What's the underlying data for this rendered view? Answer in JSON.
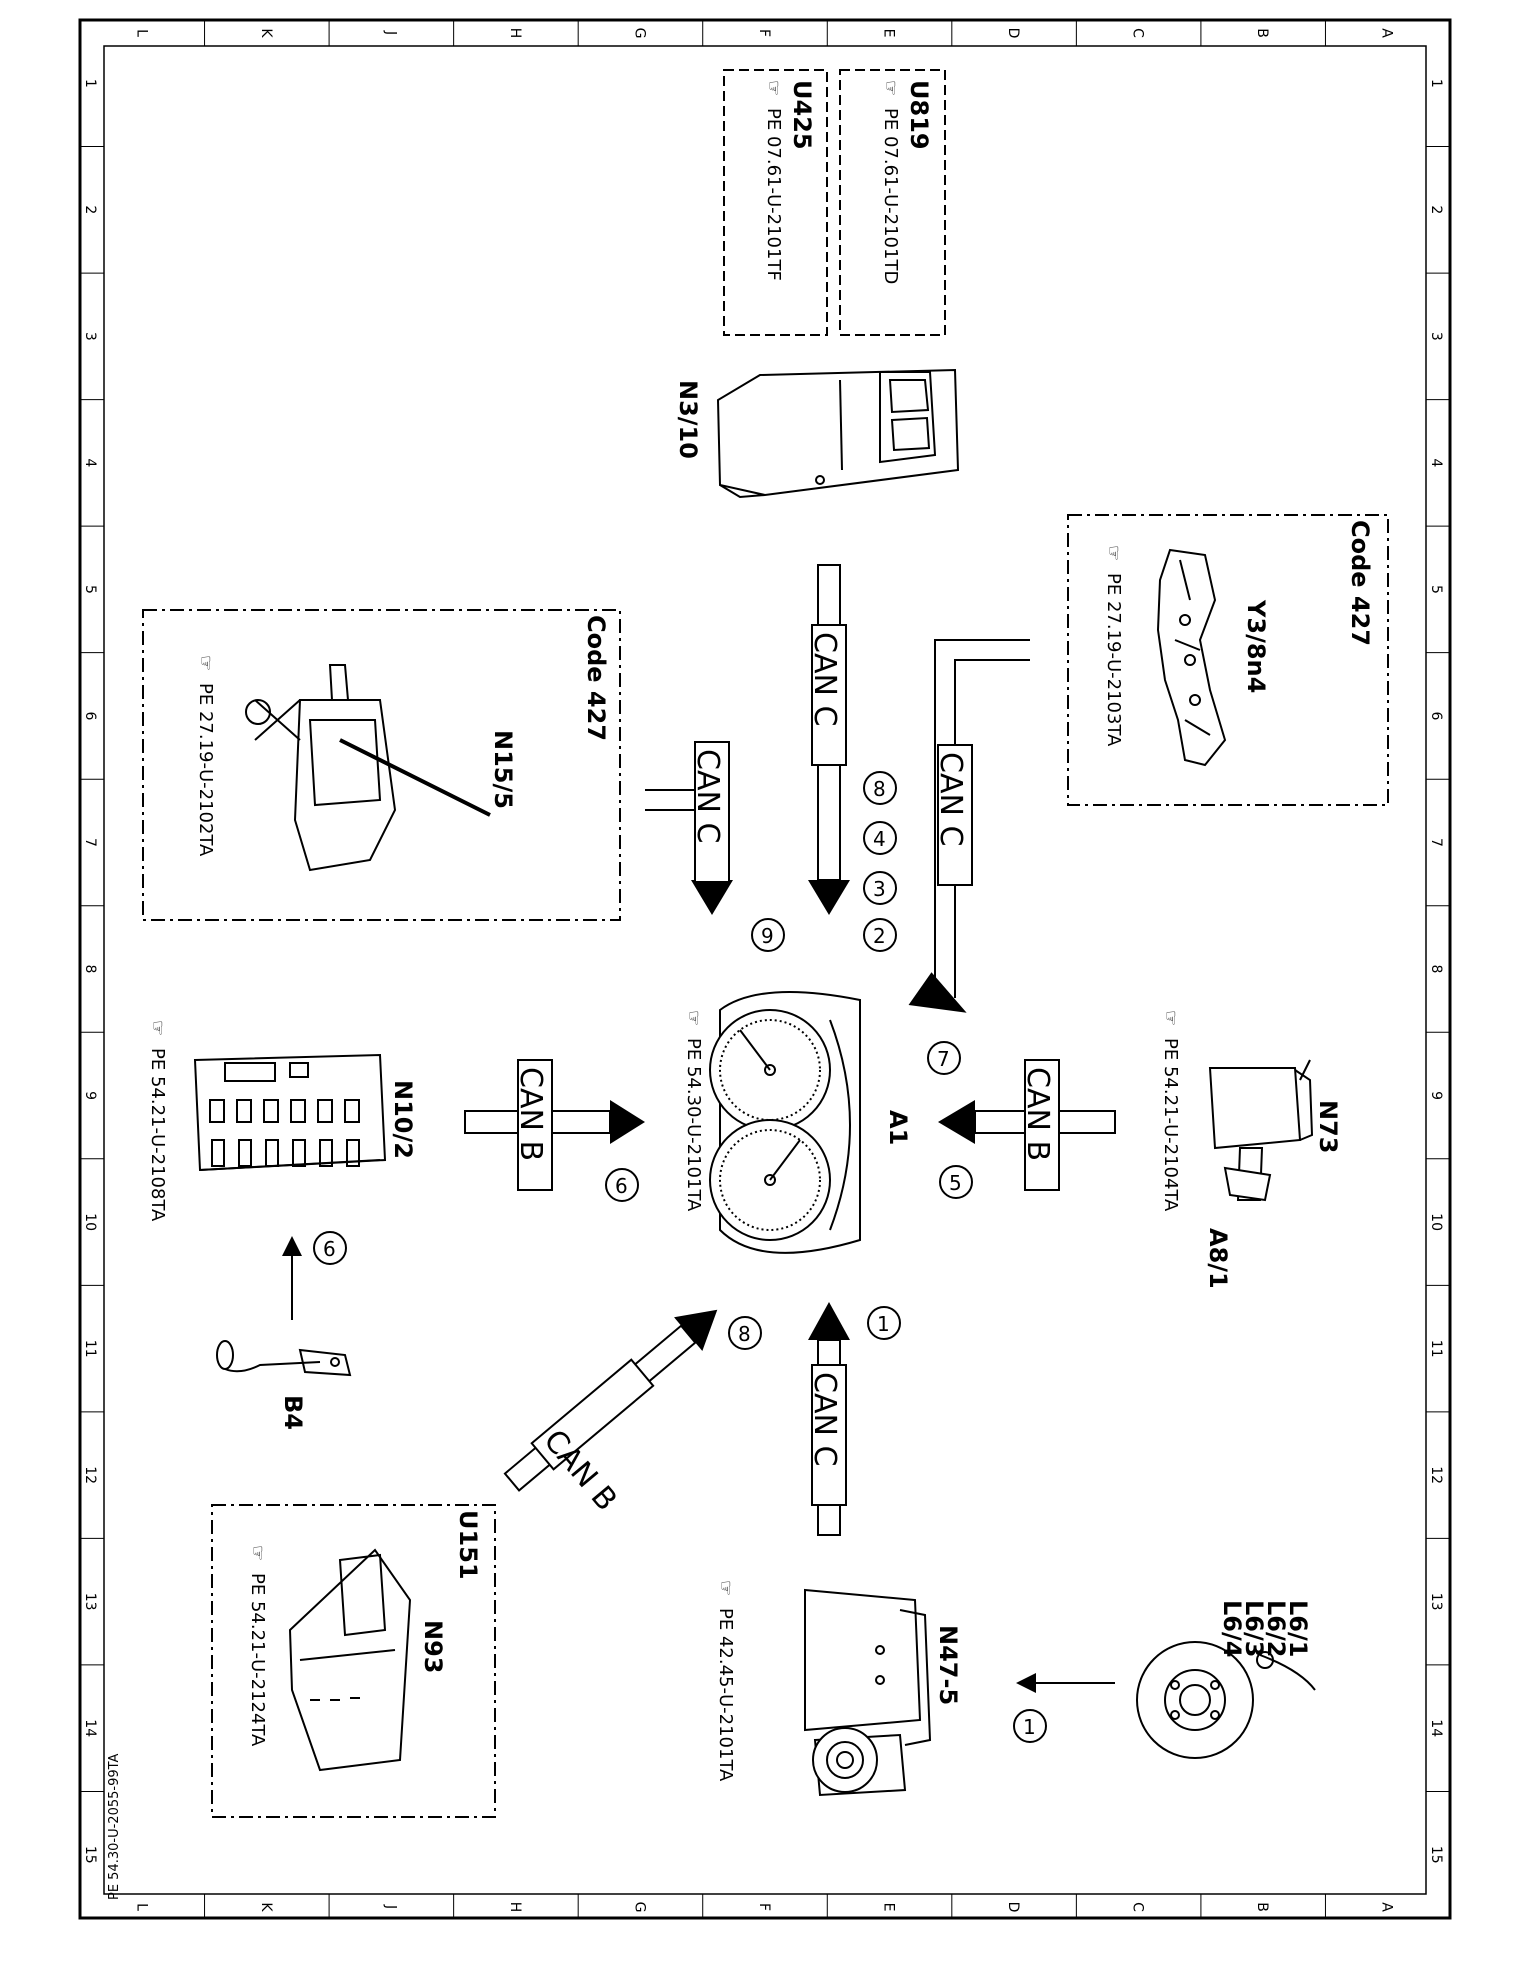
{
  "frame": {
    "col_letters": [
      "L",
      "K",
      "J",
      "H",
      "G",
      "F",
      "E",
      "D",
      "C",
      "B",
      "A"
    ],
    "row_numbers": [
      "1",
      "2",
      "3",
      "4",
      "5",
      "6",
      "7",
      "8",
      "9",
      "10",
      "11",
      "12",
      "13",
      "14",
      "15"
    ],
    "doc_number": "PE 54.30-U-2055-99TA"
  },
  "components": {
    "u819": {
      "tag": "U819",
      "ref": "PE 07.61-U-2101TD"
    },
    "u425": {
      "tag": "U425",
      "ref": "PE 07.61-U-2101TF"
    },
    "n3_10": {
      "label": "N3/10"
    },
    "y3_8n4": {
      "code": "Code 427",
      "label": "Y3/8n4",
      "ref": "PE 27.19-U-2103TA"
    },
    "n15_5": {
      "code": "Code 427",
      "label": "N15/5",
      "ref": "PE 27.19-U-2102TA"
    },
    "a1": {
      "label": "A1",
      "ref": "PE 54.30-U-2101TA"
    },
    "n10_2": {
      "label": "N10/2",
      "ref": "PE 54.21-U-2108TA"
    },
    "n73": {
      "label": "N73",
      "sub": "A8/1",
      "ref": "PE 54.21-U-2104TA"
    },
    "b4": {
      "label": "B4"
    },
    "u151": {
      "tag": "U151",
      "label": "N93",
      "ref": "PE 54.21-U-2124TA"
    },
    "n47_5": {
      "label": "N47-5",
      "ref": "PE 42.45-U-2101TA"
    },
    "l6": {
      "labels": [
        "L6/1",
        "L6/2",
        "L6/3",
        "L6/4"
      ]
    }
  },
  "buses": {
    "can_c": "CAN C",
    "can_b": "CAN B"
  },
  "signals": {
    "s1": "1",
    "s2": "2",
    "s3": "3",
    "s4": "4",
    "s5": "5",
    "s6": "6",
    "s7": "7",
    "s8": "8",
    "s9": "9"
  }
}
